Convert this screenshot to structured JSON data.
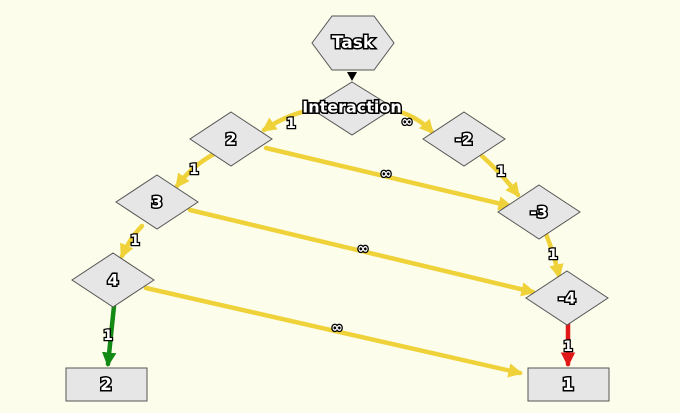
{
  "colors": {
    "background": "#fdfdeb",
    "edge_default": "#efd23a",
    "edge_green": "#138a13",
    "edge_red": "#e01818",
    "node_fill": "#e6e6e6",
    "node_stroke": "#555555",
    "start_marker": "#000000"
  },
  "nodes": {
    "task": {
      "label": "Task",
      "shape": "hexagon"
    },
    "interaction": {
      "label": "Interaction",
      "shape": "diamond"
    },
    "pos2": {
      "label": "2",
      "shape": "diamond"
    },
    "pos3": {
      "label": "3",
      "shape": "diamond"
    },
    "pos4": {
      "label": "4",
      "shape": "diamond"
    },
    "neg2": {
      "label": "-2",
      "shape": "diamond"
    },
    "neg3": {
      "label": "-3",
      "shape": "diamond"
    },
    "neg4": {
      "label": "-4",
      "shape": "diamond"
    },
    "out2": {
      "label": "2",
      "shape": "rectangle"
    },
    "out1": {
      "label": "1",
      "shape": "rectangle"
    }
  },
  "edges": [
    {
      "from": "interaction",
      "to": "pos2",
      "label": "1",
      "color": "edge_default"
    },
    {
      "from": "interaction",
      "to": "neg2",
      "label": "∞",
      "color": "edge_default"
    },
    {
      "from": "pos2",
      "to": "pos3",
      "label": "1",
      "color": "edge_default"
    },
    {
      "from": "pos2",
      "to": "neg3",
      "label": "∞",
      "color": "edge_default"
    },
    {
      "from": "neg2",
      "to": "neg3",
      "label": "1",
      "color": "edge_default"
    },
    {
      "from": "pos3",
      "to": "pos4",
      "label": "1",
      "color": "edge_default"
    },
    {
      "from": "pos3",
      "to": "neg4",
      "label": "∞",
      "color": "edge_default"
    },
    {
      "from": "neg3",
      "to": "neg4",
      "label": "1",
      "color": "edge_default"
    },
    {
      "from": "pos4",
      "to": "out2",
      "label": "1",
      "color": "edge_green"
    },
    {
      "from": "pos4",
      "to": "out1",
      "label": "∞",
      "color": "edge_default"
    },
    {
      "from": "neg4",
      "to": "out1",
      "label": "1",
      "color": "edge_red"
    }
  ]
}
